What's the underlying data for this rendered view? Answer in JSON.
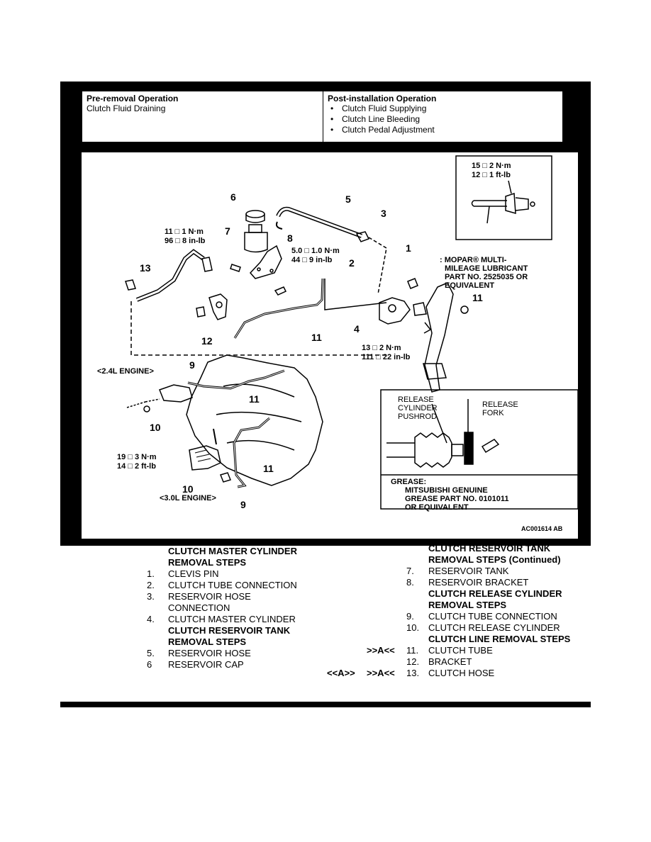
{
  "table": {
    "left_header": "Pre-removal Operation",
    "left_item": "Clutch Fluid Draining",
    "right_header": "Post-installation Operation",
    "right_items": [
      "Clutch Fluid Supplying",
      "Clutch Line Bleeding",
      "Clutch Pedal Adjustment"
    ]
  },
  "diagram": {
    "callouts": [
      "1",
      "2",
      "3",
      "4",
      "5",
      "6",
      "7",
      "8",
      "9",
      "10",
      "11",
      "12",
      "13"
    ],
    "torque": {
      "t8": [
        "5.0 □ 1.0 N·m",
        "44 □ 9 in-lb"
      ],
      "t7": [
        "11 □ 1 N·m",
        "96 □ 8 in-lb"
      ],
      "t11": [
        "15 □ 2 N·m",
        "12 □ 1 ft-lb"
      ],
      "t4": [
        "13 □ 2 N·m",
        "111 □ 22 in-lb"
      ],
      "t10": [
        "19 □ 3 N·m",
        "14 □ 2 ft-lb"
      ]
    },
    "lubricant": [
      ": MOPAR® MULTI-",
      "MILEAGE LUBRICANT",
      "PART NO. 2525035 OR",
      "EQUIVALENT"
    ],
    "engine_24": "<2.4L ENGINE>",
    "engine_30": "<3.0L ENGINE>",
    "inset": {
      "release_cylinder": [
        "RELEASE",
        "CYLINDER",
        "PUSHROD"
      ],
      "release_fork": [
        "RELEASE",
        "FORK"
      ],
      "grease": [
        "GREASE:",
        "MITSUBISHI GENUINE",
        "GREASE PART NO. 0101011",
        "OR EQUIVALENT"
      ]
    },
    "figure_code": "AC001614 AB"
  },
  "steps": {
    "left": [
      {
        "kind": "head",
        "text": "CLUTCH MASTER CYLINDER"
      },
      {
        "kind": "head",
        "text": "REMOVAL STEPS"
      },
      {
        "kind": "item",
        "num": "1.",
        "text": "CLEVIS PIN"
      },
      {
        "kind": "item",
        "num": "2.",
        "text": "CLUTCH TUBE CONNECTION"
      },
      {
        "kind": "item",
        "num": "3.",
        "text": "RESERVOIR HOSE"
      },
      {
        "kind": "cont",
        "text": "CONNECTION"
      },
      {
        "kind": "item",
        "num": "4.",
        "text": "CLUTCH MASTER CYLINDER"
      },
      {
        "kind": "head",
        "text": "CLUTCH RESERVOIR TANK"
      },
      {
        "kind": "head",
        "text": "REMOVAL STEPS"
      },
      {
        "kind": "item",
        "num": "5.",
        "text": "RESERVOIR HOSE"
      },
      {
        "kind": "item",
        "num": "6",
        "text": "RESERVOIR CAP"
      }
    ],
    "right": [
      {
        "kind": "head",
        "text": "CLUTCH RESERVOIR TANK"
      },
      {
        "kind": "head",
        "text": "REMOVAL STEPS (Continued)"
      },
      {
        "kind": "item",
        "num": "7.",
        "text": "RESERVOIR TANK"
      },
      {
        "kind": "item",
        "num": "8.",
        "text": "RESERVOIR BRACKET"
      },
      {
        "kind": "head",
        "text": "CLUTCH RELEASE CYLINDER"
      },
      {
        "kind": "head",
        "text": "REMOVAL STEPS"
      },
      {
        "kind": "item",
        "num": "9.",
        "text": "CLUTCH TUBE CONNECTION"
      },
      {
        "kind": "item",
        "num": "10.",
        "text": "CLUTCH RELEASE CYLINDER"
      },
      {
        "kind": "head",
        "text": "CLUTCH LINE REMOVAL STEPS"
      },
      {
        "kind": "item",
        "num": "11.",
        "text": "CLUTCH TUBE",
        "mark2": ">>A<<"
      },
      {
        "kind": "item",
        "num": "12.",
        "text": "BRACKET"
      },
      {
        "kind": "item",
        "num": "13.",
        "text": "CLUTCH HOSE",
        "mark1": "<<A>>",
        "mark2": ">>A<<"
      }
    ]
  }
}
